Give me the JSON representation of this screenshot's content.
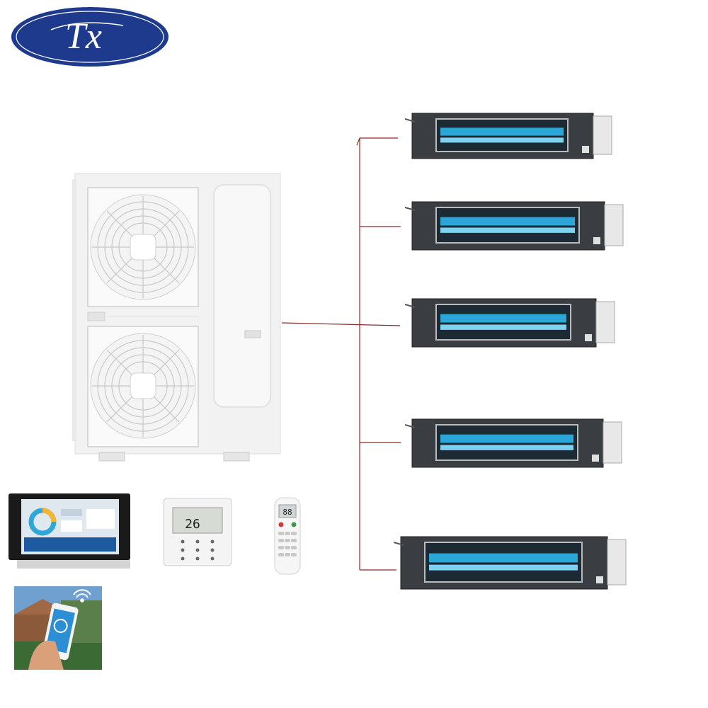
{
  "logo": {
    "text": "Tx",
    "colors": {
      "fill": "#1e3a8c",
      "ring": "#ffffff"
    }
  },
  "outdoor_unit": {
    "fan_count": 2,
    "icon": "outdoor-condensing-unit"
  },
  "indoor_units": {
    "count": 5,
    "icon": "ducted-indoor-unit",
    "colors": {
      "body": "#3a3d42",
      "coil": "#2aa7d8",
      "pipe": "#8b2b2b"
    }
  },
  "controllers": {
    "touch_panel": {
      "icon": "touch-screen-controller"
    },
    "wall_controller": {
      "display_value": "26"
    },
    "remote": {
      "display_value": "88"
    },
    "smartphone": {
      "icon": "wifi-phone-app"
    }
  }
}
